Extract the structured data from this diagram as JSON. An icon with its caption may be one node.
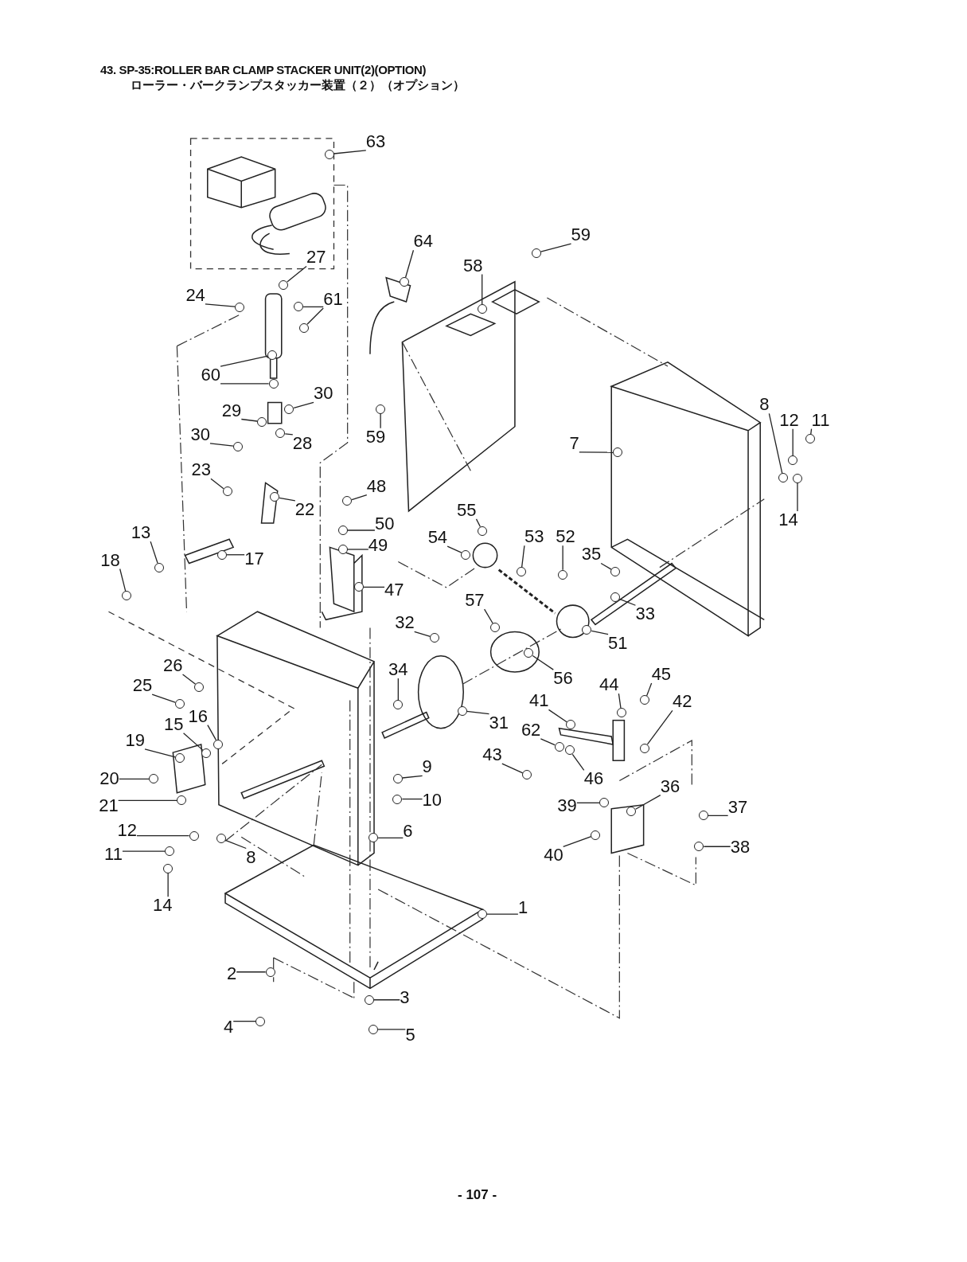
{
  "diagram": {
    "title": "43. SP-35:ROLLER BAR CLAMP STACKER UNIT(2)(OPTION)",
    "nodes": [
      {
        "text": [
          "63"
        ]
      },
      {
        "text": [
          "64"
        ]
      },
      {
        "text": [
          "59"
        ]
      },
      {
        "text": [
          "58"
        ]
      },
      {
        "text": [
          "27"
        ]
      },
      {
        "text": [
          "24"
        ]
      },
      {
        "text": [
          "61"
        ]
      },
      {
        "text": [
          "60"
        ]
      },
      {
        "text": [
          "30"
        ]
      },
      {
        "text": [
          "29"
        ]
      },
      {
        "text": [
          "30"
        ]
      },
      {
        "text": [
          "28"
        ]
      },
      {
        "text": [
          "8"
        ]
      },
      {
        "text": [
          "12"
        ]
      },
      {
        "text": [
          "11"
        ]
      },
      {
        "text": [
          "59"
        ]
      },
      {
        "text": [
          "7"
        ]
      },
      {
        "text": [
          "23"
        ]
      },
      {
        "text": [
          "48"
        ]
      },
      {
        "text": [
          "22"
        ]
      },
      {
        "text": [
          "14"
        ]
      },
      {
        "text": [
          "55"
        ]
      },
      {
        "text": [
          "13"
        ]
      },
      {
        "text": [
          "50"
        ]
      },
      {
        "text": [
          "17"
        ]
      },
      {
        "text": [
          "54"
        ]
      },
      {
        "text": [
          "53"
        ]
      },
      {
        "text": [
          "52"
        ]
      },
      {
        "text": [
          "35"
        ]
      },
      {
        "text": [
          "49"
        ]
      },
      {
        "text": [
          "18"
        ]
      },
      {
        "text": [
          "47"
        ]
      },
      {
        "text": [
          "57"
        ]
      },
      {
        "text": [
          "32"
        ]
      },
      {
        "text": [
          "33"
        ]
      },
      {
        "text": [
          "51"
        ]
      },
      {
        "text": [
          "26"
        ]
      },
      {
        "text": [
          "34"
        ]
      },
      {
        "text": [
          "56"
        ]
      },
      {
        "text": [
          "44"
        ]
      },
      {
        "text": [
          "45"
        ]
      },
      {
        "text": [
          "25"
        ]
      },
      {
        "text": [
          "41"
        ]
      },
      {
        "text": [
          "42"
        ]
      },
      {
        "text": [
          "16"
        ]
      },
      {
        "text": [
          "15"
        ]
      },
      {
        "text": [
          "62"
        ]
      },
      {
        "text": [
          "31"
        ]
      },
      {
        "text": [
          "19"
        ]
      },
      {
        "text": [
          "43"
        ]
      },
      {
        "text": [
          "46"
        ]
      },
      {
        "text": [
          "9"
        ]
      },
      {
        "text": [
          "20"
        ]
      },
      {
        "text": [
          "36"
        ]
      },
      {
        "text": [
          "10"
        ]
      },
      {
        "text": [
          "39"
        ]
      },
      {
        "text": [
          "37"
        ]
      },
      {
        "text": [
          "21"
        ]
      },
      {
        "text": [
          "12"
        ]
      },
      {
        "text": [
          "6"
        ]
      },
      {
        "text": [
          "40"
        ]
      },
      {
        "text": [
          "38"
        ]
      },
      {
        "text": [
          "8"
        ]
      },
      {
        "text": [
          "11"
        ]
      },
      {
        "text": [
          "14"
        ]
      },
      {
        "text": [
          "1"
        ]
      },
      {
        "text": [
          "2"
        ]
      },
      {
        "text": [
          "3"
        ]
      },
      {
        "text": [
          "4"
        ]
      },
      {
        "text": [
          "5"
        ]
      },
      {
        "text": [],
        "shape": "circle"
      },
      {
        "text": [],
        "shape": "circle"
      },
      {
        "text": [],
        "shape": "circle"
      },
      {
        "text": [],
        "shape": "circle"
      },
      {
        "text": [],
        "shape": "circle"
      },
      {
        "text": [],
        "shape": "circle"
      },
      {
        "text": [],
        "shape": "circle"
      },
      {
        "text": [],
        "shape": "circle"
      },
      {
        "text": [],
        "shape": "circle"
      },
      {
        "text": [],
        "shape": "circle"
      },
      {
        "text": [],
        "shape": "circle"
      },
      {
        "text": [],
        "shape": "circle"
      },
      {
        "text": [],
        "shape": "circle"
      },
      {
        "text": [],
        "shape": "circle"
      },
      {
        "text": [],
        "shape": "circle"
      },
      {
        "text": [],
        "shape": "circle"
      },
      {
        "text": [],
        "shape": "circle"
      },
      {
        "text": [],
        "shape": "circle"
      },
      {
        "text": [],
        "shape": "circle"
      },
      {
        "text": [],
        "shape": "circle"
      },
      {
        "text": [],
        "shape": "circle"
      },
      {
        "text": [],
        "shape": "circle"
      },
      {
        "text": [],
        "shape": "circle"
      },
      {
        "text": [],
        "shape": "circle"
      },
      {
        "text": [],
        "shape": "circle"
      },
      {
        "text": [],
        "shape": "circle"
      },
      {
        "text": [],
        "shape": "circle"
      },
      {
        "text": [],
        "shape": "circle"
      },
      {
        "text": [],
        "shape": "circle"
      },
      {
        "text": [],
        "shape": "circle"
      },
      {
        "text": [],
        "shape": "circle"
      },
      {
        "text": [],
        "shape": "circle"
      },
      {
        "text": [],
        "shape": "circle"
      },
      {
        "text": [],
        "shape": "circle"
      },
      {
        "text": [],
        "shape": "circle"
      },
      {
        "text": [],
        "shape": "circle"
      },
      {
        "text": [],
        "shape": "circle"
      },
      {
        "text": [],
        "shape": "circle"
      },
      {
        "text": [],
        "shape": "circle"
      },
      {
        "text": [],
        "shape": "circle"
      },
      {
        "text": [],
        "shape": "circle"
      },
      {
        "text": [],
        "shape": "circle"
      },
      {
        "text": [],
        "shape": "circle"
      },
      {
        "text": [],
        "shape": "circle"
      },
      {
        "text": [],
        "shape": "circle"
      },
      {
        "text": [],
        "shape": "circle"
      },
      {
        "text": [],
        "shape": "circle"
      },
      {
        "text": [],
        "shape": "circle"
      },
      {
        "text": [],
        "shape": "circle"
      },
      {
        "text": [],
        "shape": "circle"
      },
      {
        "text": [],
        "shape": "circle"
      },
      {
        "text": [],
        "shape": "circle"
      },
      {
        "text": [],
        "shape": "circle"
      },
      {
        "text": [],
        "shape": "circle"
      },
      {
        "text": [],
        "shape": "circle"
      },
      {
        "text": [],
        "shape": "circle"
      },
      {
        "text": [],
        "shape": "circle"
      },
      {
        "text": [],
        "shape": "circle"
      },
      {
        "text": [],
        "shape": "circle"
      },
      {
        "text": [],
        "shape": "circle"
      },
      {
        "text": [],
        "shape": "circle"
      },
      {
        "text": [],
        "shape": "circle"
      },
      {
        "text": [],
        "shape": "circle"
      },
      {
        "text": [],
        "shape": "circle"
      },
      {
        "text": [],
        "shape": "circle"
      },
      {
        "text": [],
        "shape": "circle"
      },
      {
        "text": [],
        "shape": "circle"
      },
      {
        "text": [],
        "shape": "circle"
      },
      {
        "text": [],
        "shape": "circle"
      },
      {
        "text": [],
        "shape": "circle"
      },
      {
        "text": [],
        "shape": "circle"
      },
      {
        "text": [],
        "shape": "circle"
      }
    ],
    "edges": [
      {
        "from": 0,
        "to": 70,
        "arrow": "none"
      },
      {
        "from": 1,
        "to": 71,
        "arrow": "none"
      },
      {
        "from": 2,
        "to": 72,
        "arrow": "none"
      },
      {
        "from": 3,
        "to": 73,
        "arrow": "none"
      },
      {
        "from": 4,
        "to": 74,
        "arrow": "none"
      },
      {
        "from": 5,
        "to": 75,
        "arrow": "none"
      },
      {
        "from": 6,
        "to": 76,
        "arrow": "none"
      },
      {
        "from": 6,
        "to": 77,
        "arrow": "none"
      },
      {
        "from": 7,
        "to": 78,
        "arrow": "none"
      },
      {
        "from": 7,
        "to": 79,
        "arrow": "none"
      },
      {
        "from": 8,
        "to": 80,
        "arrow": "none"
      },
      {
        "from": 9,
        "to": 81,
        "arrow": "none"
      },
      {
        "from": 10,
        "to": 82,
        "arrow": "none"
      },
      {
        "from": 11,
        "to": 83,
        "arrow": "none"
      },
      {
        "from": 12,
        "to": 84,
        "arrow": "none"
      },
      {
        "from": 13,
        "to": 85,
        "arrow": "none"
      },
      {
        "from": 14,
        "to": 86,
        "arrow": "none"
      },
      {
        "from": 15,
        "to": 87,
        "arrow": "none"
      },
      {
        "from": 16,
        "to": 88,
        "arrow": "none"
      },
      {
        "from": 17,
        "to": 89,
        "arrow": "none"
      },
      {
        "from": 18,
        "to": 90,
        "arrow": "none"
      },
      {
        "from": 19,
        "to": 91,
        "arrow": "none"
      },
      {
        "from": 20,
        "to": 92,
        "arrow": "none"
      },
      {
        "from": 21,
        "to": 93,
        "arrow": "none"
      },
      {
        "from": 22,
        "to": 94,
        "arrow": "none"
      },
      {
        "from": 23,
        "to": 95,
        "arrow": "none"
      },
      {
        "from": 24,
        "to": 96,
        "arrow": "none"
      },
      {
        "from": 25,
        "to": 97,
        "arrow": "none"
      },
      {
        "from": 26,
        "to": 98,
        "arrow": "none"
      },
      {
        "from": 27,
        "to": 99,
        "arrow": "none"
      },
      {
        "from": 28,
        "to": 100,
        "arrow": "none"
      },
      {
        "from": 29,
        "to": 101,
        "arrow": "none"
      },
      {
        "from": 30,
        "to": 102,
        "arrow": "none"
      },
      {
        "from": 31,
        "to": 103,
        "arrow": "none"
      },
      {
        "from": 32,
        "to": 104,
        "arrow": "none"
      },
      {
        "from": 33,
        "to": 105,
        "arrow": "none"
      },
      {
        "from": 34,
        "to": 106,
        "arrow": "none"
      },
      {
        "from": 35,
        "to": 107,
        "arrow": "none"
      },
      {
        "from": 36,
        "to": 108,
        "arrow": "none"
      },
      {
        "from": 37,
        "to": 109,
        "arrow": "none"
      },
      {
        "from": 38,
        "to": 110,
        "arrow": "none"
      },
      {
        "from": 39,
        "to": 111,
        "arrow": "none"
      },
      {
        "from": 40,
        "to": 112,
        "arrow": "none"
      },
      {
        "from": 41,
        "to": 113,
        "arrow": "none"
      },
      {
        "from": 42,
        "to": 114,
        "arrow": "none"
      },
      {
        "from": 43,
        "to": 115,
        "arrow": "none"
      },
      {
        "from": 44,
        "to": 116,
        "arrow": "none"
      },
      {
        "from": 45,
        "to": 117,
        "arrow": "none"
      },
      {
        "from": 46,
        "to": 118,
        "arrow": "none"
      },
      {
        "from": 47,
        "to": 119,
        "arrow": "none"
      },
      {
        "from": 48,
        "to": 120,
        "arrow": "none"
      },
      {
        "from": 49,
        "to": 121,
        "arrow": "none"
      },
      {
        "from": 50,
        "to": 122,
        "arrow": "none"
      },
      {
        "from": 51,
        "to": 123,
        "arrow": "none"
      },
      {
        "from": 52,
        "to": 124,
        "arrow": "none"
      },
      {
        "from": 53,
        "to": 125,
        "arrow": "none"
      },
      {
        "from": 54,
        "to": 126,
        "arrow": "none"
      },
      {
        "from": 55,
        "to": 127,
        "arrow": "none"
      },
      {
        "from": 56,
        "to": 128,
        "arrow": "none"
      },
      {
        "from": 57,
        "to": 129,
        "arrow": "none"
      },
      {
        "from": 58,
        "to": 130,
        "arrow": "none"
      },
      {
        "from": 59,
        "to": 131,
        "arrow": "none"
      },
      {
        "from": 60,
        "to": 132,
        "arrow": "none"
      },
      {
        "from": 61,
        "to": 133,
        "arrow": "none"
      },
      {
        "from": 62,
        "to": 134,
        "arrow": "none"
      },
      {
        "from": 63,
        "to": 135,
        "arrow": "none"
      },
      {
        "from": 64,
        "to": 136,
        "arrow": "none"
      },
      {
        "from": 65,
        "to": 137,
        "arrow": "none"
      },
      {
        "from": 66,
        "to": 138,
        "arrow": "none"
      },
      {
        "from": 67,
        "to": 139,
        "arrow": "none"
      },
      {
        "from": 68,
        "to": 140,
        "arrow": "none"
      },
      {
        "from": 69,
        "to": 141,
        "arrow": "none"
      }
    ],
    "labels": [
      "ローラー・バークランプスタッカー装置（２）（オプション）",
      "- 107 -"
    ]
  }
}
